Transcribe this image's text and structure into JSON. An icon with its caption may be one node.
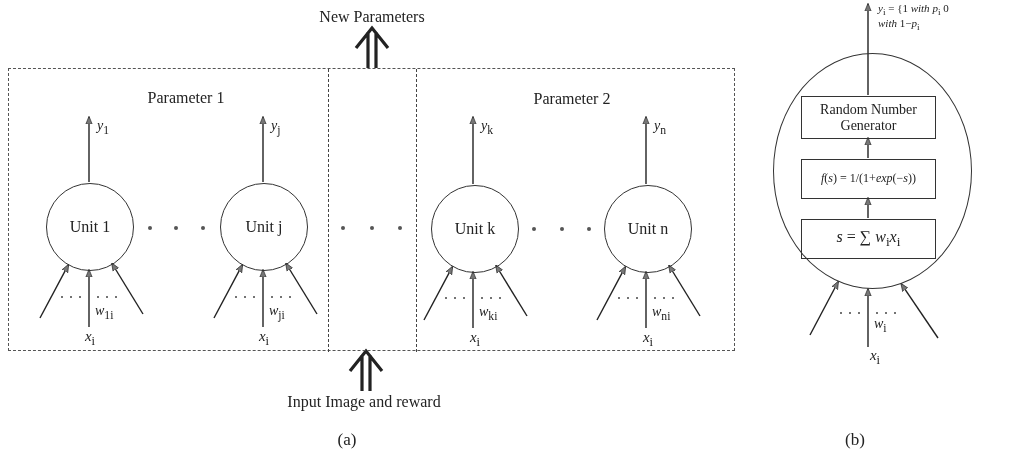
{
  "diagram": {
    "nodes": [
      {
        "text": [],
        "shape": "box"
      },
      {
        "text": [
          "Parameter 1"
        ],
        "in": 0
      },
      {
        "text": [
          "Unit 1"
        ],
        "in": 1
      },
      {
        "text": [
          "Unit j"
        ],
        "in": 1
      },
      {
        "text": [
          "*x*$_{i}$"
        ],
        "in": 1
      },
      {
        "text": [
          "*x*$_{i}$"
        ],
        "in": 1
      },
      {
        "text": [
          "Parameter 2"
        ],
        "in": 0
      },
      {
        "text": [
          "Unit k"
        ],
        "in": 6
      },
      {
        "text": [
          "Unit n"
        ],
        "in": 6
      },
      {
        "text": [
          "*x*$_{i}$"
        ],
        "in": 6
      },
      {
        "text": [
          "*x*$_{i}$"
        ],
        "in": 6
      },
      {
        "text": [
          "New Parameters"
        ]
      },
      {
        "text": [
          "Input Image and reward"
        ]
      },
      {
        "text": [],
        "shape": "ellipse"
      },
      {
        "text": [
          "Random Number Generator"
        ],
        "in": 13
      },
      {
        "text": [
          "*f*(*s*) = 1/(1+*exp*(−*s*))"
        ],
        "in": 13
      },
      {
        "text": [
          "*s* = ∑ *w*$_{i}$*x*$_{i}$"
        ],
        "in": 13
      },
      {
        "text": [
          "*x*$_{i}$"
        ]
      }
    ],
    "edges": [
      {
        "from": 2,
        "to": null,
        "arrow": "to",
        "label": "*y*$_{1}$"
      },
      {
        "from": 3,
        "to": null,
        "arrow": "to",
        "label": "*y*$_{j}$"
      },
      {
        "from": 7,
        "to": null,
        "arrow": "to",
        "label": "*y*$_{k}$"
      },
      {
        "from": 8,
        "to": null,
        "arrow": "to",
        "label": "*y*$_{n}$"
      },
      {
        "from": null,
        "to": 2,
        "arrow": "to"
      },
      {
        "from": 4,
        "to": 2,
        "arrow": "to",
        "label": "*w*$_{1i}$"
      },
      {
        "from": null,
        "to": 2,
        "arrow": "to"
      },
      {
        "from": null,
        "to": 3,
        "arrow": "to"
      },
      {
        "from": 5,
        "to": 3,
        "arrow": "to",
        "label": "*w*$_{ji}$"
      },
      {
        "from": null,
        "to": 3,
        "arrow": "to"
      },
      {
        "from": null,
        "to": 7,
        "arrow": "to"
      },
      {
        "from": 9,
        "to": 7,
        "arrow": "to",
        "label": "*w*$_{ki}$"
      },
      {
        "from": null,
        "to": 7,
        "arrow": "to"
      },
      {
        "from": null,
        "to": 8,
        "arrow": "to"
      },
      {
        "from": 10,
        "to": 8,
        "arrow": "to",
        "label": "*w*$_{ni}$"
      },
      {
        "from": null,
        "to": 8,
        "arrow": "to"
      },
      {
        "from": 0,
        "to": 11,
        "arrow": "to",
        "style": "thick"
      },
      {
        "from": 12,
        "to": 0,
        "arrow": "to",
        "style": "thick"
      },
      {
        "from": 14,
        "to": null,
        "arrow": "to",
        "label": "*y*$_{i}$ = {1 *with* *p*$_{i}$ 0 *with* 1−*p*$_{i}$"
      },
      {
        "from": 15,
        "to": 14,
        "arrow": "to"
      },
      {
        "from": 16,
        "to": 15,
        "arrow": "to"
      },
      {
        "from": null,
        "to": 13,
        "arrow": "to"
      },
      {
        "from": 17,
        "to": 13,
        "arrow": "to",
        "label": "*w*$_{i}$"
      },
      {
        "from": null,
        "to": 13,
        "arrow": "to"
      }
    ],
    "labels": [
      "(a)",
      "(b)"
    ]
  }
}
